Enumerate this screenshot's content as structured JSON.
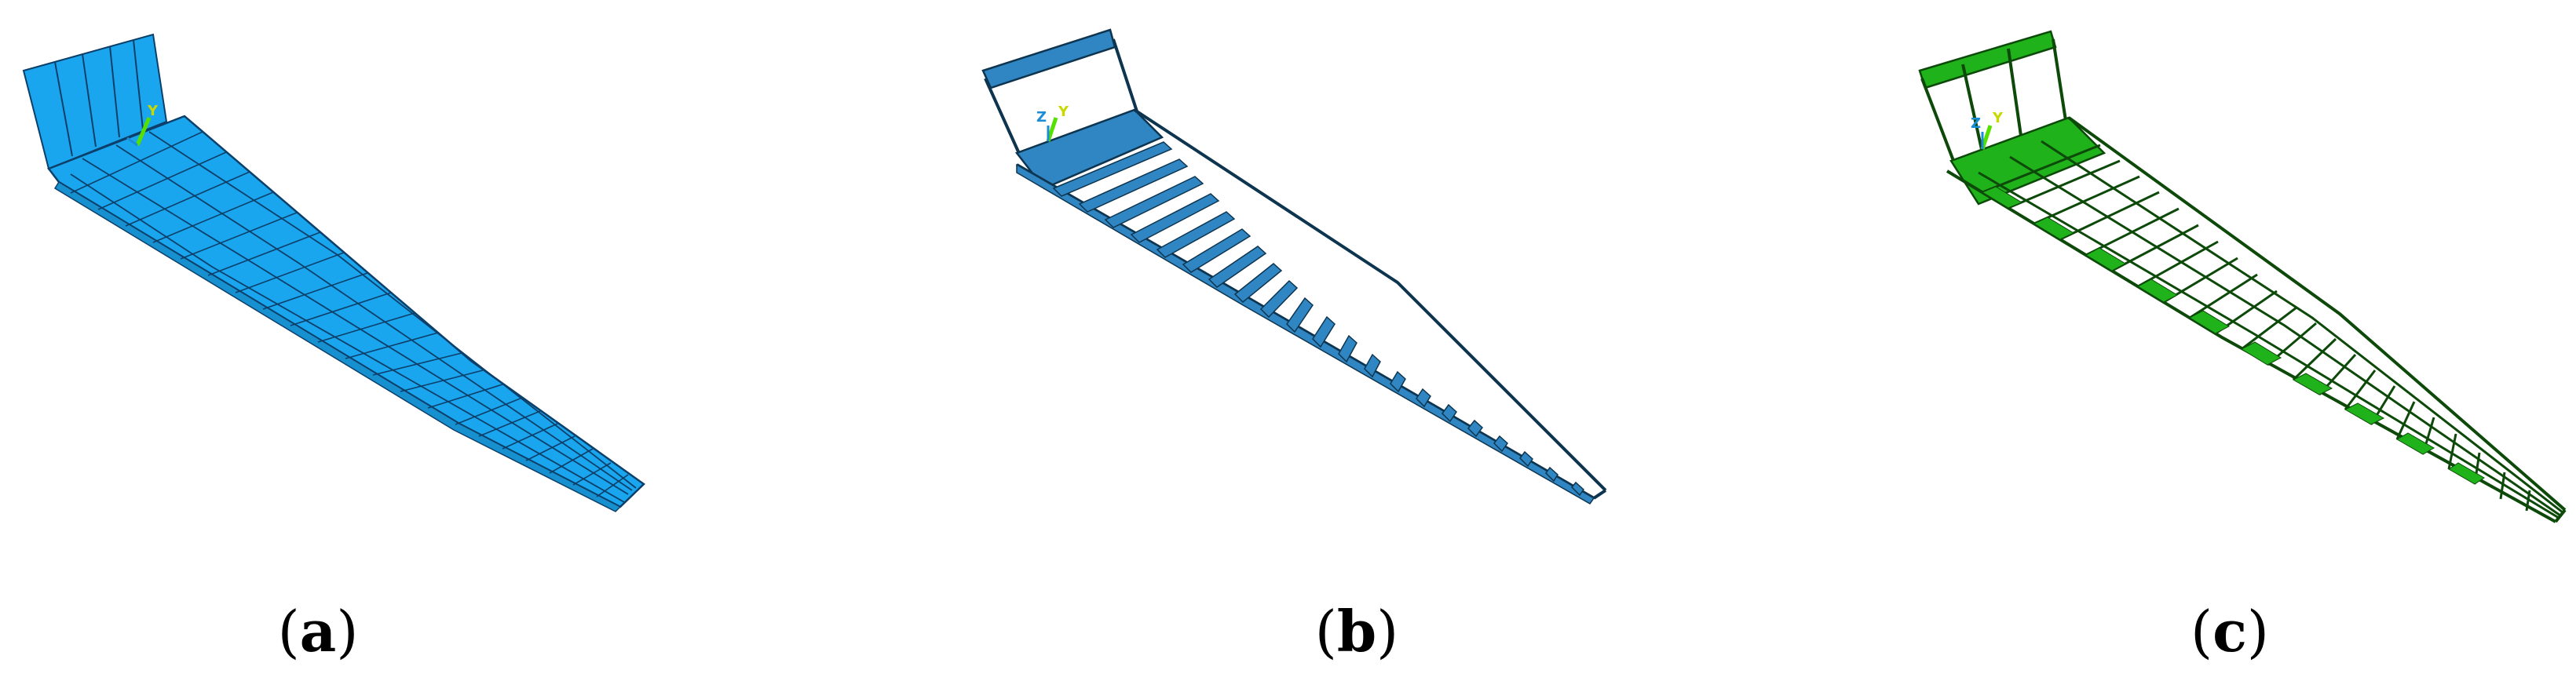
{
  "figure": {
    "panels": [
      {
        "id": "a",
        "caption": {
          "open": "(",
          "letter": "a",
          "close": ")"
        },
        "axes": {
          "z": "",
          "y": "Y"
        },
        "colors": {
          "fill": "#1aa6ee",
          "edge": "#0c3f6a"
        }
      },
      {
        "id": "b",
        "caption": {
          "open": "(",
          "letter": "b",
          "close": ")"
        },
        "axes": {
          "z": "Z",
          "y": "Y"
        },
        "colors": {
          "fill": "#2f86c2",
          "edge": "#0e3550"
        }
      },
      {
        "id": "c",
        "caption": {
          "open": "(",
          "letter": "c",
          "close": ")"
        },
        "axes": {
          "z": "Z",
          "y": "Y"
        },
        "colors": {
          "fill": "#1fb21a",
          "edge": "#0d4a0a"
        }
      }
    ]
  }
}
